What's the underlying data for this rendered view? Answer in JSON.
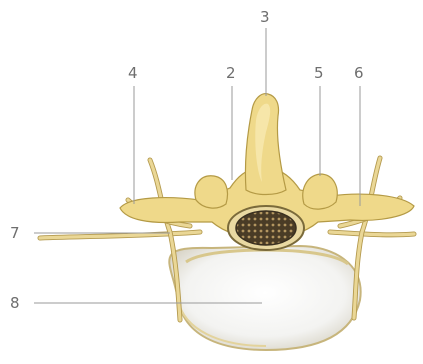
{
  "figure": {
    "labels": [
      "3",
      "4",
      "2",
      "5",
      "6",
      "7",
      "8"
    ],
    "colors": {
      "bone": "#efd98a",
      "bone_outline": "#b49a45",
      "disc": "#f6f6f6",
      "spinal_cord": "#3a3020",
      "leader_line": "#9a9a9a",
      "label_text": "#6e6e6e"
    }
  }
}
